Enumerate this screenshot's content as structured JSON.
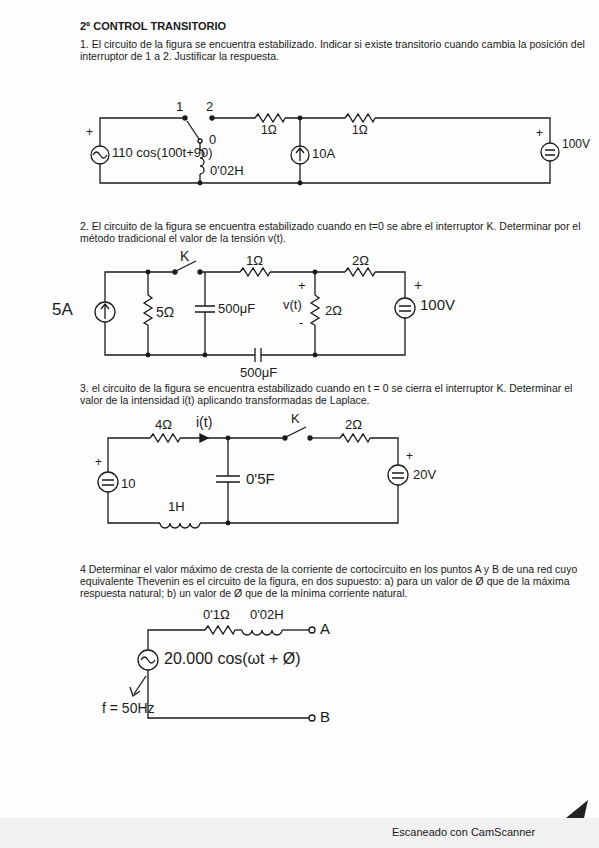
{
  "diagram": {
    "title": "2º CONTROL TRANSITORIO",
    "labels": [
      "1. El circuito de la figura se encuentra estabilizado. Indicar si existe transitorio cuando cambia la posición del interruptor de 1 a 2. Justificar la respuesta.",
      "1",
      "2",
      "0",
      "+",
      "110 cos(100t+90)",
      "0'02H",
      "1Ω",
      "10A",
      "1Ω",
      "+",
      "100V",
      "2. El circuito de la figura se encuentra estabilizado cuando en t=0 se abre el interruptor K. Determinar por el método tradicional el valor de la tensión v(t).",
      "K",
      "5A",
      "5Ω",
      "500μF",
      "1Ω",
      "+",
      "v(t)",
      "-",
      "2Ω",
      "2Ω",
      "+",
      "100V",
      "500μF",
      "3. el circuito de la figura se encuentra estabilizado cuando en t = 0 se cierra el interruptor K. Determinar el valor de la intensidad i(t) aplicando transformadas de Laplace.",
      "4Ω",
      "i(t)",
      "K",
      "2Ω",
      "+",
      "10",
      "0'5F",
      "+",
      "20V",
      "1H",
      "4 Determinar el valor máximo de cresta de la corriente de cortocircuito en los puntos A y B de una red cuyo equivalente Thevenin es el circuito de la figura, en dos supuesto: a) para un valor de Ø que de la máxima respuesta natural; b) un valor de Ø que de la mínima corriente natural.",
      "0'1Ω",
      "0'02H",
      "A",
      "20.000 cos(ωt + Ø)",
      "B",
      "f = 50Hz",
      "Escaneado con CamScanner"
    ]
  }
}
